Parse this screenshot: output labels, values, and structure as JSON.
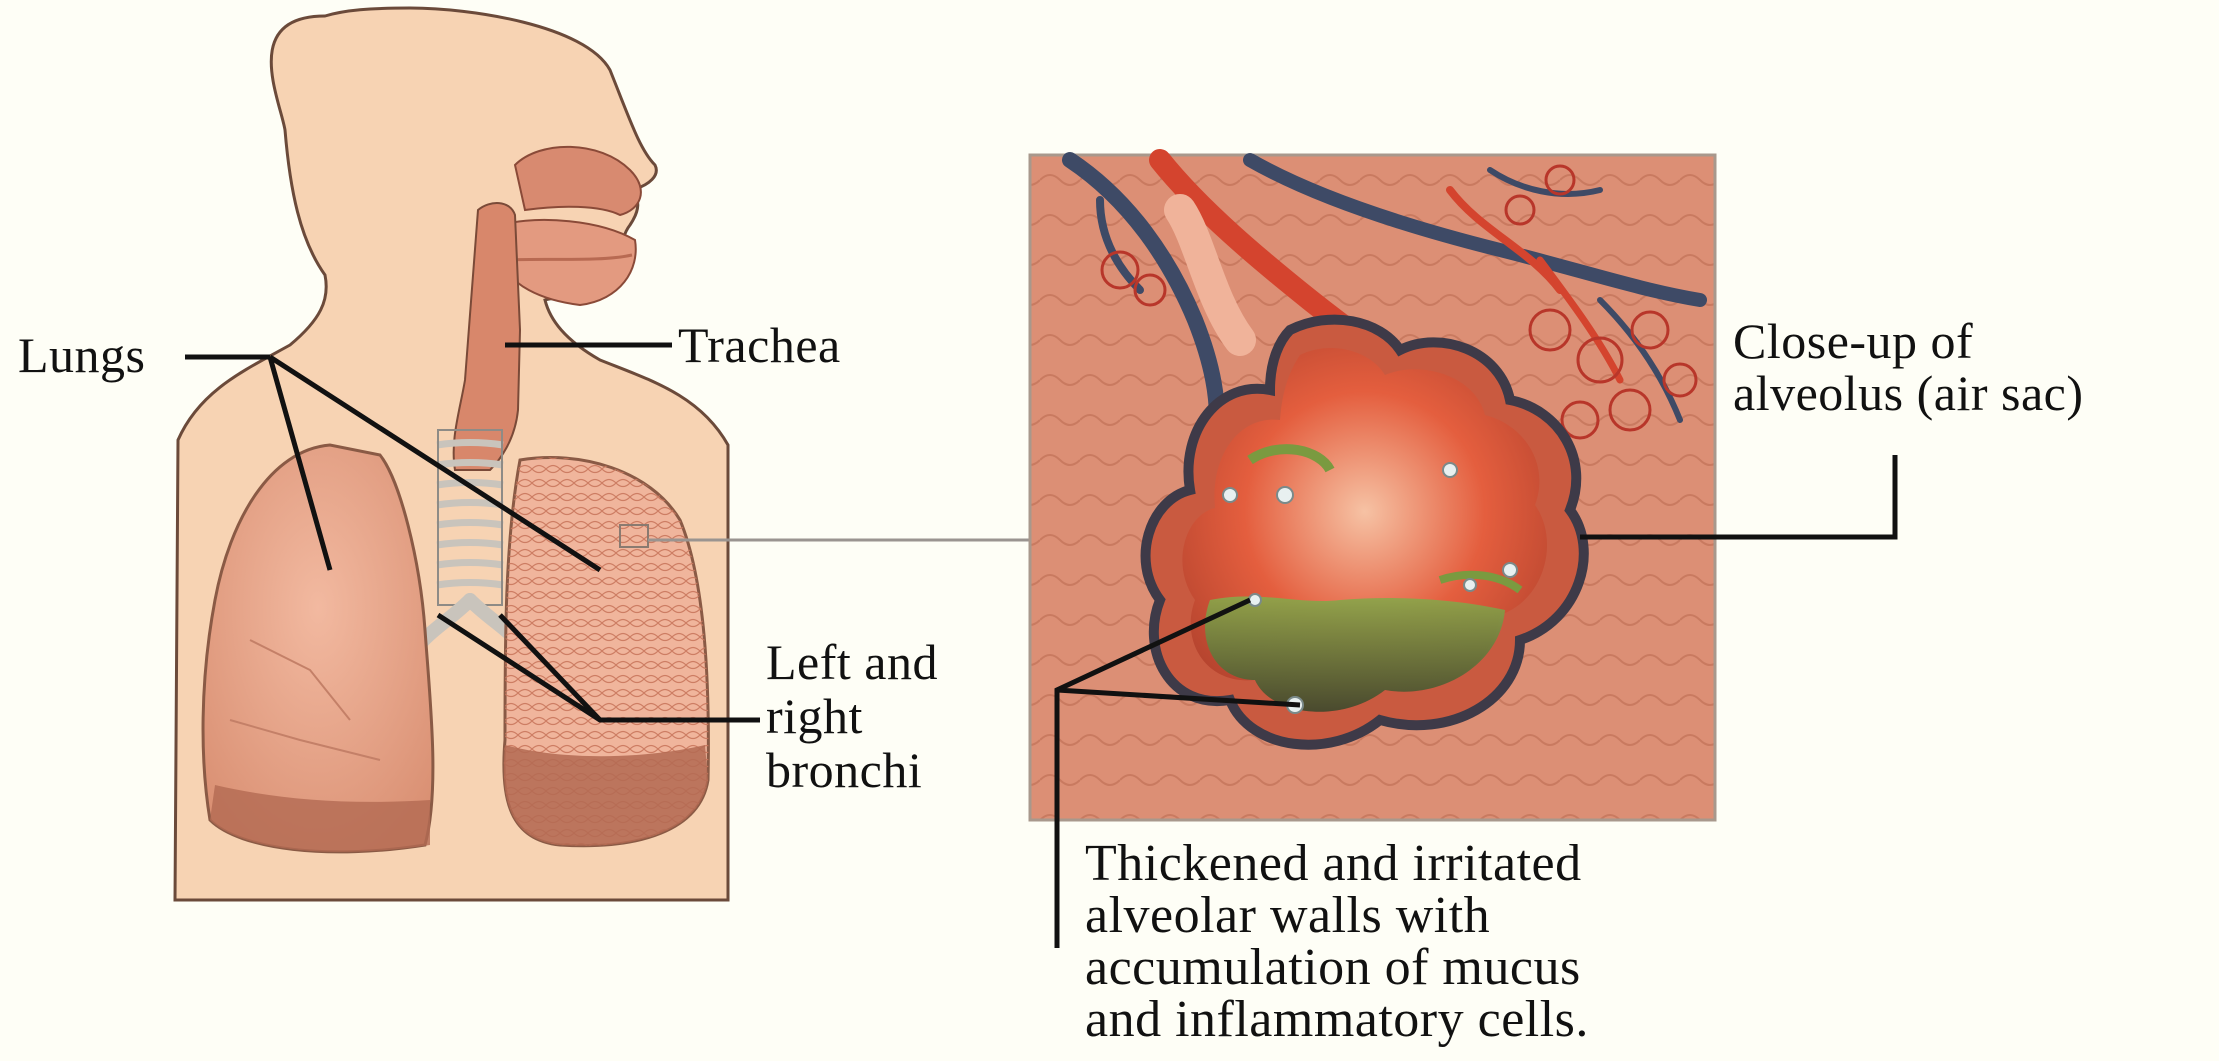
{
  "labels": {
    "lungs": "Lungs",
    "trachea": "Trachea",
    "bronchi": [
      "Left and",
      "right",
      "bronchi"
    ],
    "alveolus": [
      "Close-up of",
      "alveolus (air sac)"
    ],
    "caption": [
      "Thickened and irritated",
      "alveolar walls with",
      "accumulation of mucus",
      "and inflammatory cells."
    ]
  },
  "colors": {
    "background": "#fefef6",
    "skin": "#f7d3b3",
    "outline": "#6b4a3a",
    "lung": "#e8a488",
    "tissue": "#d98a70",
    "artery": "#d4442e",
    "vein": "#3e4a66",
    "mucus": "#7a9a40",
    "leader": "#111111"
  },
  "icons": [
    "human-torso-illustration",
    "alveolus-closeup-illustration"
  ]
}
